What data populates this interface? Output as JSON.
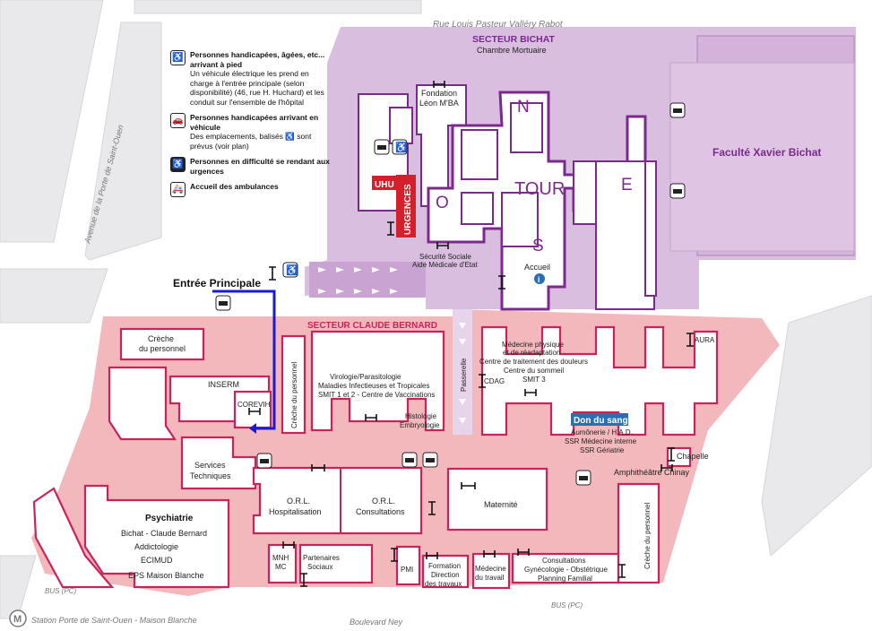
{
  "streets": {
    "top": "Rue Louis Pasteur Valléry Rabot",
    "left": "Avenue de la Porte de Saint-Ouen",
    "bottom": "Boulevard Ney",
    "metro": "Station Porte de Saint-Ouen - Maison Blanche",
    "metro_icon": "M",
    "bus_left": "BUS (PC)",
    "bus_right": "BUS (PC)"
  },
  "sectors": {
    "bichat": {
      "title": "SECTEUR BICHAT",
      "subtitle": "Chambre Mortuaire",
      "color": "#7b2a8c"
    },
    "claude_bernard": {
      "title": "SECTEUR CLAUDE BERNARD",
      "color": "#c8245a"
    }
  },
  "legend": [
    {
      "icon": "wheelchair-icon",
      "title": "Personnes handicapées, âgées, etc... arrivant à pied",
      "text": "Un véhicule électrique les prend en charge à l'entrée principale (selon disponibilité) (46, rue H. Huchard) et les conduit sur l'ensemble de l'hôpital"
    },
    {
      "icon": "car-icon",
      "title": "Personnes handicapées arrivant en véhicule",
      "text": "Des emplacements, balisés",
      "text_after": "sont prévus (voir plan)"
    },
    {
      "icon": "wheelchair-dark-icon",
      "title": "Personnes en difficulté se rendant aux urgences",
      "text": ""
    },
    {
      "icon": "ambulance-icon",
      "title": "Accueil des ambulances",
      "text": ""
    }
  ],
  "labels": {
    "entree": "Entrée Principale",
    "fondation": [
      "Fondation",
      "Léon M'BA"
    ],
    "tour": "TOUR",
    "n": "N",
    "o": "O",
    "e": "E",
    "s": "S",
    "uhu": "UHU",
    "urgences": "URGENCES",
    "securite": [
      "Sécurité Sociale",
      "Aide Médicale d'Etat"
    ],
    "accueil": "Accueil",
    "faculte": "Faculté Xavier Bichat",
    "creche": [
      "Crèche",
      "du personnel"
    ],
    "creche_v": "Crèche du personnel",
    "creche_v2": "Crèche du personnel",
    "inserm": "INSERM",
    "corevih": "COREVIH",
    "services": [
      "Services",
      "Techniques"
    ],
    "virologie": [
      "Virologie/Parasitologie",
      "Maladies Infectieuses et Tropicales",
      "SMIT 1 et 2 - Centre de Vaccinations"
    ],
    "histologie": [
      "Histologie",
      "Embryologie"
    ],
    "passerelle": "Passerelle",
    "cdag": "CDAG",
    "medecine": [
      "Médecine physique",
      "et de réadaptation",
      "Centre de traitement des douleurs",
      "Centre du sommeil",
      "SMIT 3"
    ],
    "aura": "AURA",
    "don": "Don du sang",
    "aumonerie": [
      "Aumônerie / H.A.D.",
      "SSR Médecine interne",
      "SSR Gériatrie"
    ],
    "chapelle": "Chapelle",
    "amphi": "Amphithéâtre Chinay",
    "orl_h": [
      "O.R.L.",
      "Hospitalisation"
    ],
    "orl_c": [
      "O.R.L.",
      "Consultations"
    ],
    "maternite": "Maternité",
    "psychiatrie": [
      "Psychiatrie",
      "Bichat - Claude Bernard",
      "Addictologie",
      "ECIMUD",
      "EPS Maison Blanche"
    ],
    "mnh": [
      "MNH",
      "MC"
    ],
    "partenaires": [
      "Partenaires",
      "Sociaux"
    ],
    "pmi": "PMI",
    "formation": [
      "Formation",
      "Direction",
      "des travaux"
    ],
    "medtravail": [
      "Médecine",
      "du travail"
    ],
    "consult": [
      "Consultations",
      "Gynécologie - Obstétrique",
      "Planning Familial"
    ]
  },
  "colors": {
    "purple_zone": "#d9bedf",
    "pink_zone": "#f3b8bc",
    "purple_stroke": "#7b2a8c",
    "pink_stroke": "#c8245a",
    "route": "#1a1ad6",
    "urgences": "#d4202a",
    "don": "#2b6fb3"
  }
}
